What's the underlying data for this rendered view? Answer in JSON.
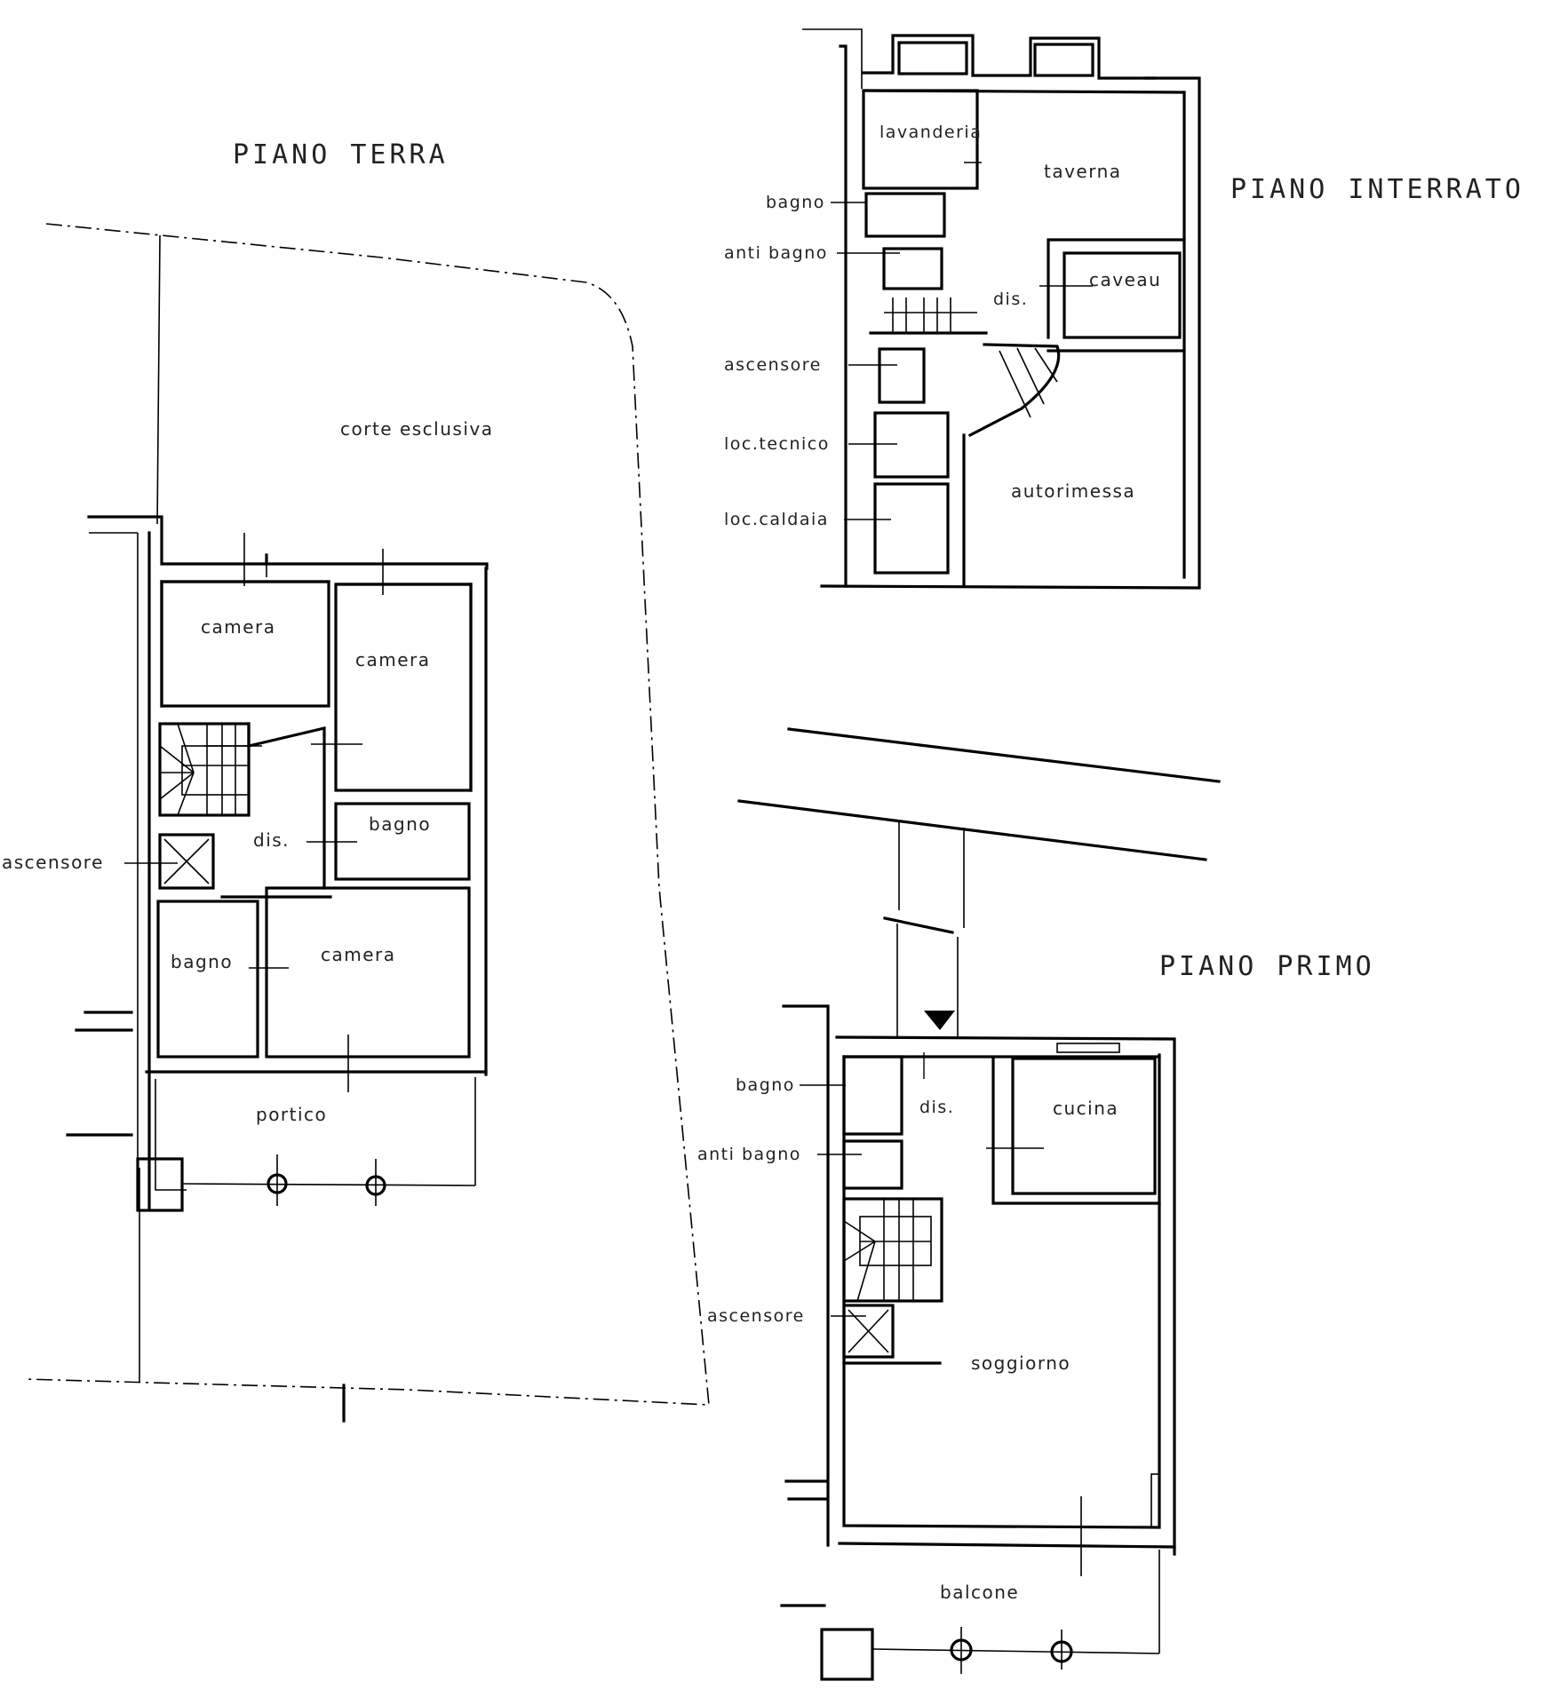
{
  "drawing": {
    "background": "#ffffff",
    "line_color": "#000000",
    "text_color": "#222222"
  },
  "floors": {
    "ground": {
      "title": "PIANO TERRA",
      "rooms": {
        "yard": "corte esclusiva",
        "bedroom_1": "camera",
        "bedroom_2": "camera",
        "bathroom_1": "bagno",
        "hall": "dis.",
        "elevator": "ascensore",
        "bathroom_2": "bagno",
        "bedroom_3": "camera",
        "porch": "portico"
      }
    },
    "basement": {
      "title": "PIANO INTERRATO",
      "rooms": {
        "laundry": "lavanderia",
        "tavern": "taverna",
        "bathroom": "bagno",
        "ante_bathroom": "anti bagno",
        "hall": "dis.",
        "vault": "caveau",
        "elevator": "ascensore",
        "technical_room": "loc.tecnico",
        "boiler_room": "loc.caldaia",
        "garage": "autorimessa"
      }
    },
    "first": {
      "title": "PIANO PRIMO",
      "rooms": {
        "bathroom": "bagno",
        "hall": "dis.",
        "kitchen": "cucina",
        "ante_bathroom": "anti bagno",
        "elevator": "ascensore",
        "living_room": "soggiorno",
        "balcony": "balcone"
      }
    }
  }
}
